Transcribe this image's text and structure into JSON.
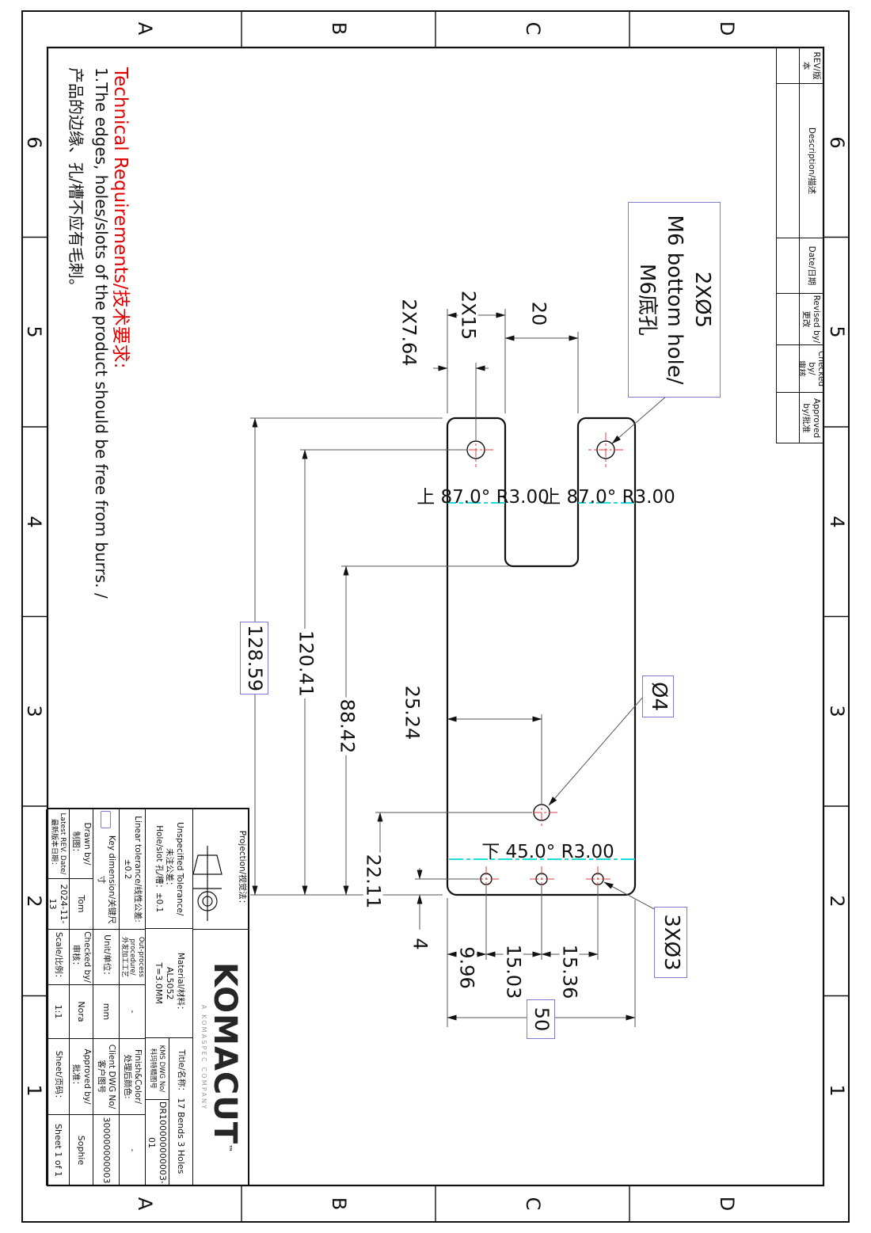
{
  "sheet": {
    "orientation_note": "landscape engineering drawing rotated 90deg clockwise"
  },
  "zones": {
    "letters": [
      "D",
      "C",
      "B",
      "A"
    ],
    "numbers": [
      "6",
      "5",
      "4",
      "3",
      "2",
      "1"
    ]
  },
  "rev_table": {
    "headers": [
      "REV/版本",
      "Description/描述",
      "Date/日期",
      "Revised by/\n更改",
      "Checked by/\n审核",
      "Approved\nby/批准"
    ]
  },
  "notes": {
    "title": "Technical Requirements/技术要求:",
    "line1": "1.The edges, holes/slots of the product should be free from burrs. /",
    "line2": "产品的边缘、孔/槽不应有毛刺。"
  },
  "callouts": {
    "holes_m6_l1": "2XØ5",
    "holes_m6_l2": "M6 bottom hole/",
    "holes_m6_l3": "M6底孔",
    "hole_d4": "Ø4",
    "holes_d3": "3XØ3"
  },
  "bends": {
    "up_left": "上 87.0° R3.00",
    "up_right": "上 87.0° R3.00",
    "down": "下 45.0° R3.00"
  },
  "dims": {
    "overall": "128.59",
    "hole_to_end": "120.41",
    "notch_to_end": "88.42",
    "d4_to_end": "22.11",
    "d3_to_end": "4",
    "d4_to_edge": "25.24",
    "sp1": "9.96",
    "sp2": "15.03",
    "sp3": "15.36",
    "width": "50",
    "prong_width": "2X15",
    "notch_width": "20",
    "hole_edge": "2X7.64"
  },
  "title_block": {
    "projection": {
      "label": "Projection/视觉法："
    },
    "unspecified": {
      "label": "Unspecified Tolerance/\n未注公差：\nHole/slot 孔/槽：±0.1"
    },
    "material": {
      "label": "Material/材料：",
      "value": "AL5052\nT=3.0MM"
    },
    "title": {
      "label": "Title/名称：",
      "value": "17 Bends 3 Holes"
    },
    "kms": {
      "label": "KMS DWG No/\n科玛特精图号",
      "value": "DR100000000003-01"
    },
    "linear": {
      "label": "Linear tolerance/线性公差:±0.2"
    },
    "outprocess": {
      "label": "Out-process\nprocedure/\n外发加工工艺",
      "value": "-"
    },
    "finish": {
      "label": "Finish&Color/\n处理后颜色:",
      "value": "-"
    },
    "key_dim": {
      "label": "Key dimension/关键尺寸"
    },
    "unit": {
      "label": "Unit/单位：",
      "value": "mm"
    },
    "client": {
      "label": "Client DWG No/\n客户图号",
      "value": "300000000003"
    },
    "drawn": {
      "label": "Drawn by/\n制图：",
      "value": "Tom"
    },
    "checked": {
      "label": "Checked by/\n审核：",
      "value": "Nora"
    },
    "approved": {
      "label": "Approved by/\n批准：",
      "value": "Sophie"
    },
    "rev_date": {
      "label": "Latest REV. Date/\n最新版本日期：",
      "value": "2024-11-13"
    },
    "scale": {
      "label": "Scale/比例：",
      "value": "1:1"
    },
    "sheet": {
      "label": "Sheet/页码：",
      "value": "Sheet 1 of 1"
    }
  },
  "logo": {
    "name": "KOMACUT",
    "tm": "™",
    "tagline": "A KOMASPEC COMPANY"
  },
  "colors": {
    "key_accent": "#7b7bd0",
    "bend_line": "#00d8d8",
    "centerline_red": "#e23b3b",
    "note_red": "#e00000"
  }
}
